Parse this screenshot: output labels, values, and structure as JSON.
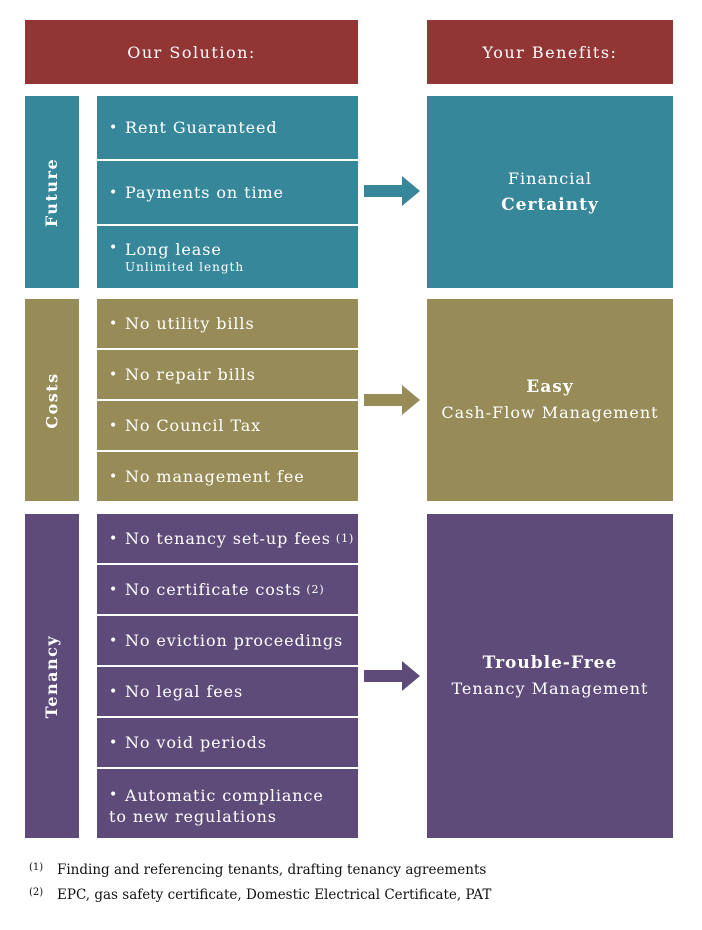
{
  "headers": {
    "solution": "Our Solution:",
    "benefits": "Your Benefits:"
  },
  "sections": [
    {
      "name": "Future",
      "color": "#37879b",
      "items": [
        {
          "text": "Rent Guaranteed"
        },
        {
          "text": "Payments on time"
        },
        {
          "text": "Long lease",
          "subtext": "Unlimited length"
        }
      ],
      "benefit": {
        "line1": "Financial",
        "line2": "Certainty"
      }
    },
    {
      "name": "Costs",
      "color": "#978b58",
      "items": [
        {
          "text": "No utility bills"
        },
        {
          "text": "No repair bills"
        },
        {
          "text": "No Council Tax"
        },
        {
          "text": "No management fee"
        }
      ],
      "benefit": {
        "line1": "Easy",
        "line2": "Cash-Flow Management"
      }
    },
    {
      "name": "Tenancy",
      "color": "#5f4b79",
      "items": [
        {
          "text": "No tenancy set-up fees",
          "footnote_ref": "(1)"
        },
        {
          "text": "No certificate costs",
          "footnote_ref": "(2)"
        },
        {
          "text": "No eviction proceedings"
        },
        {
          "text": "No legal fees"
        },
        {
          "text": "No void periods"
        },
        {
          "text": "Automatic compliance",
          "text2": "to new regulations"
        }
      ],
      "benefit": {
        "line1": "Trouble-Free",
        "line2": "Tenancy Management"
      }
    }
  ],
  "bullet": "•",
  "footnotes": [
    {
      "mark": "(1)",
      "text": "Finding and referencing tenants, drafting tenancy agreements"
    },
    {
      "mark": "(2)",
      "text": "EPC, gas safety certificate, Domestic Electrical Certificate, PAT"
    }
  ]
}
